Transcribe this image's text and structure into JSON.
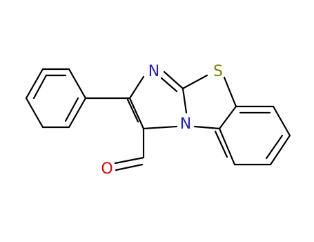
{
  "molecule": {
    "atoms": {
      "N": {
        "symbol": "N",
        "color": "#1f1fcc"
      },
      "S": {
        "symbol": "S",
        "color": "#808000"
      },
      "Nring": {
        "symbol": "N",
        "color": "#1f1fcc"
      },
      "O": {
        "symbol": "O",
        "color": "#e00000"
      }
    },
    "bond_color": "#000000"
  }
}
